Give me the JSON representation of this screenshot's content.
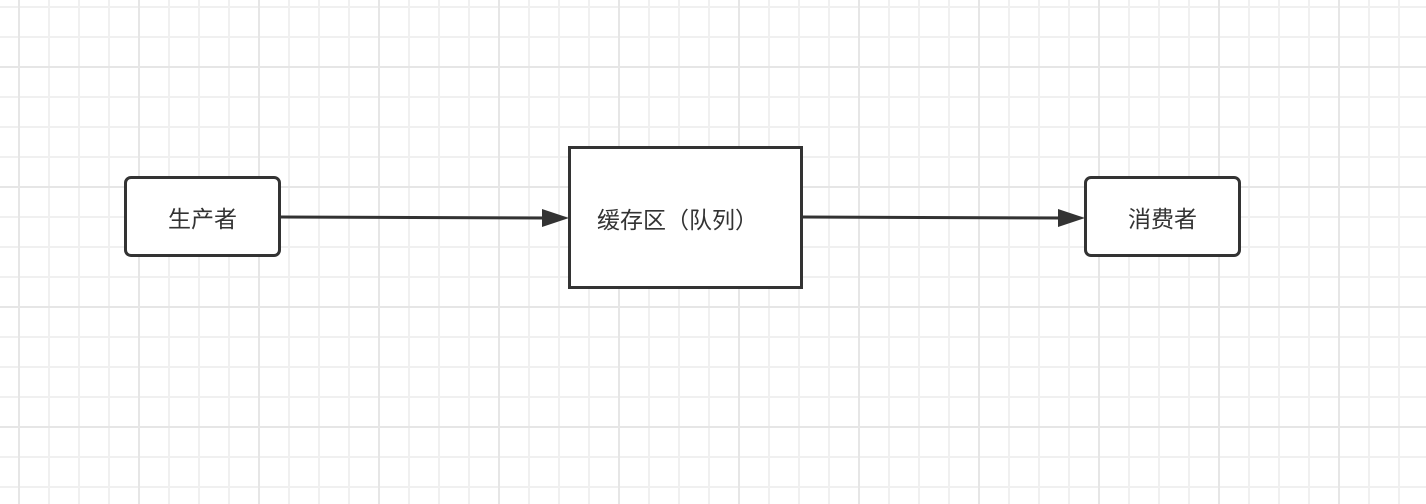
{
  "nodes": {
    "producer": "生产者",
    "buffer": "缓存区（队列）",
    "consumer": "消费者"
  },
  "colors": {
    "stroke": "#333333"
  }
}
